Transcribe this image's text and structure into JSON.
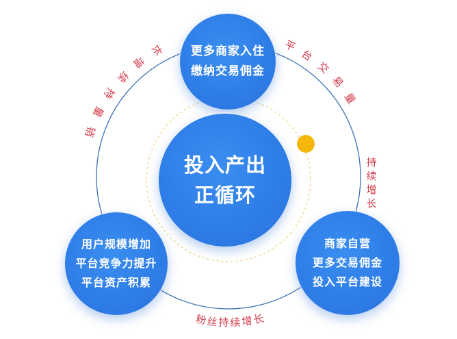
{
  "colors": {
    "node_blue": "#2f7ee8",
    "ring_blue": "#3b6fb5",
    "dashed_ring": "#f0d98a",
    "dot": "#f6b70d",
    "label_red": "#d23a4a"
  },
  "center": {
    "lines": [
      "投入产出",
      "正循环"
    ]
  },
  "nodes": {
    "top": {
      "lines": [
        "更多商家入住",
        "缴纳交易佣金"
      ]
    },
    "left": {
      "lines": [
        "用户规模增加",
        "平台竞争力提升",
        "平台资产积累"
      ]
    },
    "right": {
      "lines": [
        "商家自营",
        "更多交易佣金",
        "投入平台建设"
      ]
    }
  },
  "arc_labels": {
    "left": "销量持续增长",
    "right_a": "平台交易量",
    "right_b": "持续增长",
    "bottom": "粉丝持续增长"
  }
}
